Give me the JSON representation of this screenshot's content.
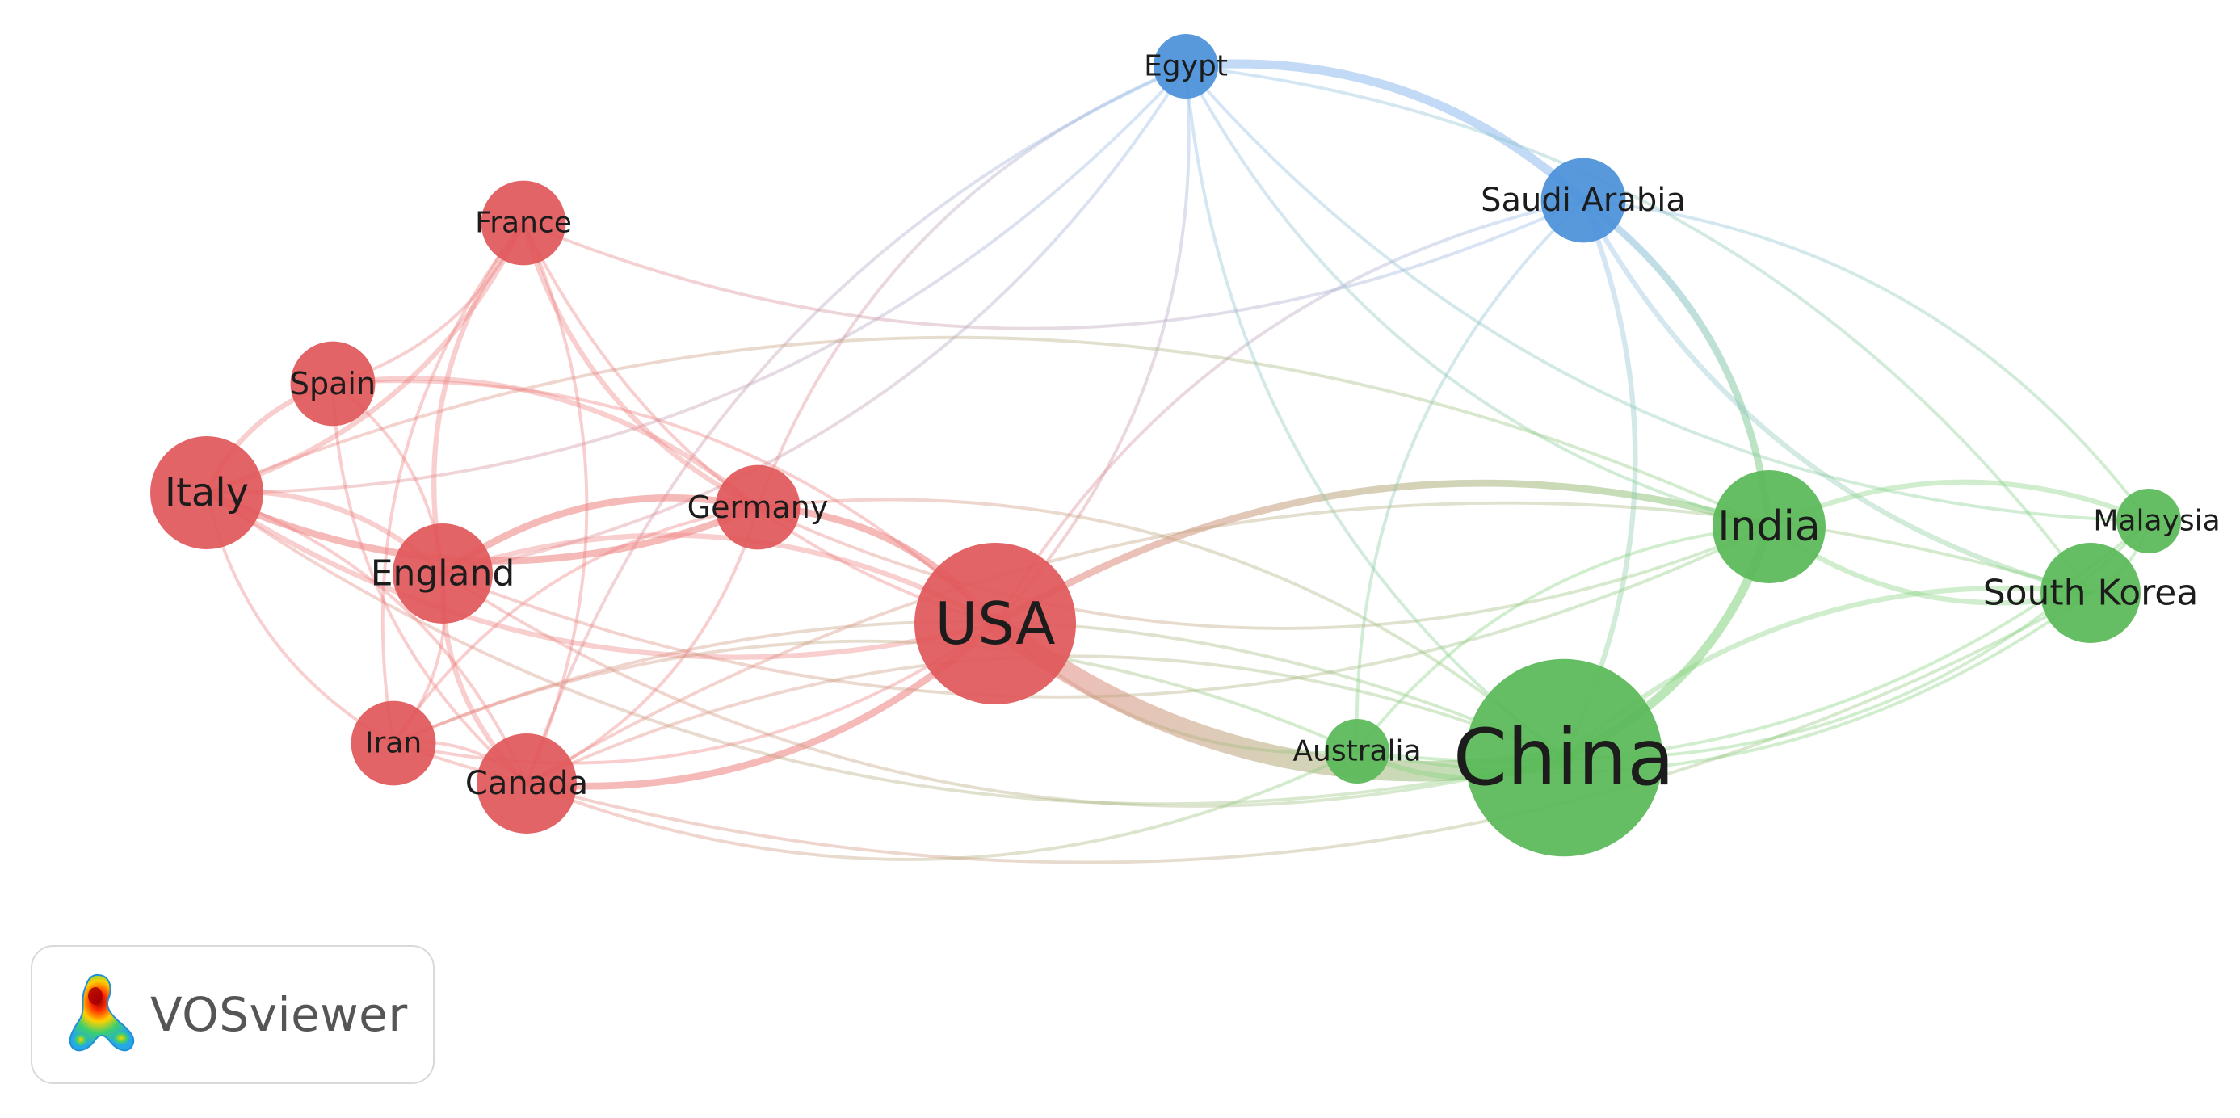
{
  "app": {
    "brand_label": "VOSviewer",
    "logo_icon": "vosviewer-heatmap-logo-icon"
  },
  "clusters": {
    "red": {
      "node": "#e15759",
      "edge": "#ec7f7d"
    },
    "green": {
      "node": "#59b957",
      "edge": "#83d17c"
    },
    "blue": {
      "node": "#4a90d9",
      "edge": "#8fbcec"
    }
  },
  "nodes": [
    {
      "id": "egypt",
      "label": "Egypt",
      "cluster": "blue",
      "weight": 1
    },
    {
      "id": "saudi-arabia",
      "label": "Saudi Arabia",
      "cluster": "blue",
      "weight": 2
    },
    {
      "id": "france",
      "label": "France",
      "cluster": "red",
      "weight": 2
    },
    {
      "id": "spain",
      "label": "Spain",
      "cluster": "red",
      "weight": 2
    },
    {
      "id": "italy",
      "label": "Italy",
      "cluster": "red",
      "weight": 4
    },
    {
      "id": "germany",
      "label": "Germany",
      "cluster": "red",
      "weight": 2
    },
    {
      "id": "england",
      "label": "England",
      "cluster": "red",
      "weight": 3
    },
    {
      "id": "iran",
      "label": "Iran",
      "cluster": "red",
      "weight": 2
    },
    {
      "id": "canada",
      "label": "Canada",
      "cluster": "red",
      "weight": 3
    },
    {
      "id": "usa",
      "label": "USA",
      "cluster": "red",
      "weight": 9
    },
    {
      "id": "australia",
      "label": "Australia",
      "cluster": "green",
      "weight": 1
    },
    {
      "id": "china",
      "label": "China",
      "cluster": "green",
      "weight": 14
    },
    {
      "id": "india",
      "label": "India",
      "cluster": "green",
      "weight": 4
    },
    {
      "id": "malaysia",
      "label": "Malaysia",
      "cluster": "green",
      "weight": 1
    },
    {
      "id": "south-korea",
      "label": "South Korea",
      "cluster": "green",
      "weight": 3
    }
  ],
  "links": [
    {
      "source": "usa",
      "target": "china",
      "strength": 10
    },
    {
      "source": "usa",
      "target": "india",
      "strength": 3
    },
    {
      "source": "usa",
      "target": "germany",
      "strength": 3
    },
    {
      "source": "usa",
      "target": "canada",
      "strength": 3
    },
    {
      "source": "usa",
      "target": "england",
      "strength": 2
    },
    {
      "source": "usa",
      "target": "italy",
      "strength": 2
    },
    {
      "source": "usa",
      "target": "egypt",
      "strength": 1
    },
    {
      "source": "usa",
      "target": "saudi-arabia",
      "strength": 1
    },
    {
      "source": "usa",
      "target": "australia",
      "strength": 1
    },
    {
      "source": "usa",
      "target": "france",
      "strength": 1
    },
    {
      "source": "usa",
      "target": "spain",
      "strength": 1
    },
    {
      "source": "usa",
      "target": "iran",
      "strength": 1
    },
    {
      "source": "china",
      "target": "india",
      "strength": 4
    },
    {
      "source": "china",
      "target": "south-korea",
      "strength": 2
    },
    {
      "source": "china",
      "target": "saudi-arabia",
      "strength": 2
    },
    {
      "source": "china",
      "target": "australia",
      "strength": 2
    },
    {
      "source": "china",
      "target": "malaysia",
      "strength": 1
    },
    {
      "source": "china",
      "target": "egypt",
      "strength": 1
    },
    {
      "source": "china",
      "target": "canada",
      "strength": 1
    },
    {
      "source": "china",
      "target": "england",
      "strength": 1
    },
    {
      "source": "china",
      "target": "germany",
      "strength": 1
    },
    {
      "source": "china",
      "target": "italy",
      "strength": 1
    },
    {
      "source": "china",
      "target": "iran",
      "strength": 1
    },
    {
      "source": "egypt",
      "target": "saudi-arabia",
      "strength": 4
    },
    {
      "source": "egypt",
      "target": "india",
      "strength": 1
    },
    {
      "source": "egypt",
      "target": "south-korea",
      "strength": 1
    },
    {
      "source": "egypt",
      "target": "malaysia",
      "strength": 1
    },
    {
      "source": "egypt",
      "target": "italy",
      "strength": 1
    },
    {
      "source": "egypt",
      "target": "germany",
      "strength": 1
    },
    {
      "source": "egypt",
      "target": "england",
      "strength": 1
    },
    {
      "source": "egypt",
      "target": "canada",
      "strength": 1
    },
    {
      "source": "saudi-arabia",
      "target": "india",
      "strength": 3
    },
    {
      "source": "saudi-arabia",
      "target": "south-korea",
      "strength": 2
    },
    {
      "source": "saudi-arabia",
      "target": "malaysia",
      "strength": 1
    },
    {
      "source": "saudi-arabia",
      "target": "australia",
      "strength": 1
    },
    {
      "source": "saudi-arabia",
      "target": "france",
      "strength": 1
    },
    {
      "source": "india",
      "target": "south-korea",
      "strength": 2
    },
    {
      "source": "india",
      "target": "malaysia",
      "strength": 2
    },
    {
      "source": "india",
      "target": "australia",
      "strength": 1
    },
    {
      "source": "india",
      "target": "germany",
      "strength": 1
    },
    {
      "source": "india",
      "target": "italy",
      "strength": 1
    },
    {
      "source": "india",
      "target": "england",
      "strength": 1
    },
    {
      "source": "south-korea",
      "target": "malaysia",
      "strength": 1
    },
    {
      "source": "south-korea",
      "target": "australia",
      "strength": 1
    },
    {
      "source": "south-korea",
      "target": "canada",
      "strength": 1
    },
    {
      "source": "south-korea",
      "target": "iran",
      "strength": 1
    },
    {
      "source": "italy",
      "target": "germany",
      "strength": 3
    },
    {
      "source": "italy",
      "target": "spain",
      "strength": 2
    },
    {
      "source": "italy",
      "target": "france",
      "strength": 2
    },
    {
      "source": "italy",
      "target": "england",
      "strength": 2
    },
    {
      "source": "italy",
      "target": "iran",
      "strength": 1
    },
    {
      "source": "italy",
      "target": "canada",
      "strength": 1
    },
    {
      "source": "germany",
      "target": "england",
      "strength": 3
    },
    {
      "source": "germany",
      "target": "france",
      "strength": 2
    },
    {
      "source": "germany",
      "target": "spain",
      "strength": 2
    },
    {
      "source": "germany",
      "target": "canada",
      "strength": 1
    },
    {
      "source": "germany",
      "target": "iran",
      "strength": 1
    },
    {
      "source": "france",
      "target": "spain",
      "strength": 1
    },
    {
      "source": "france",
      "target": "england",
      "strength": 2
    },
    {
      "source": "france",
      "target": "canada",
      "strength": 1
    },
    {
      "source": "france",
      "target": "iran",
      "strength": 1
    },
    {
      "source": "spain",
      "target": "england",
      "strength": 1
    },
    {
      "source": "spain",
      "target": "canada",
      "strength": 1
    },
    {
      "source": "england",
      "target": "iran",
      "strength": 1
    },
    {
      "source": "england",
      "target": "canada",
      "strength": 2
    },
    {
      "source": "iran",
      "target": "canada",
      "strength": 1
    },
    {
      "source": "canada",
      "target": "australia",
      "strength": 1
    },
    {
      "source": "iran",
      "target": "australia",
      "strength": 1
    },
    {
      "source": "australia",
      "target": "malaysia",
      "strength": 1
    }
  ]
}
